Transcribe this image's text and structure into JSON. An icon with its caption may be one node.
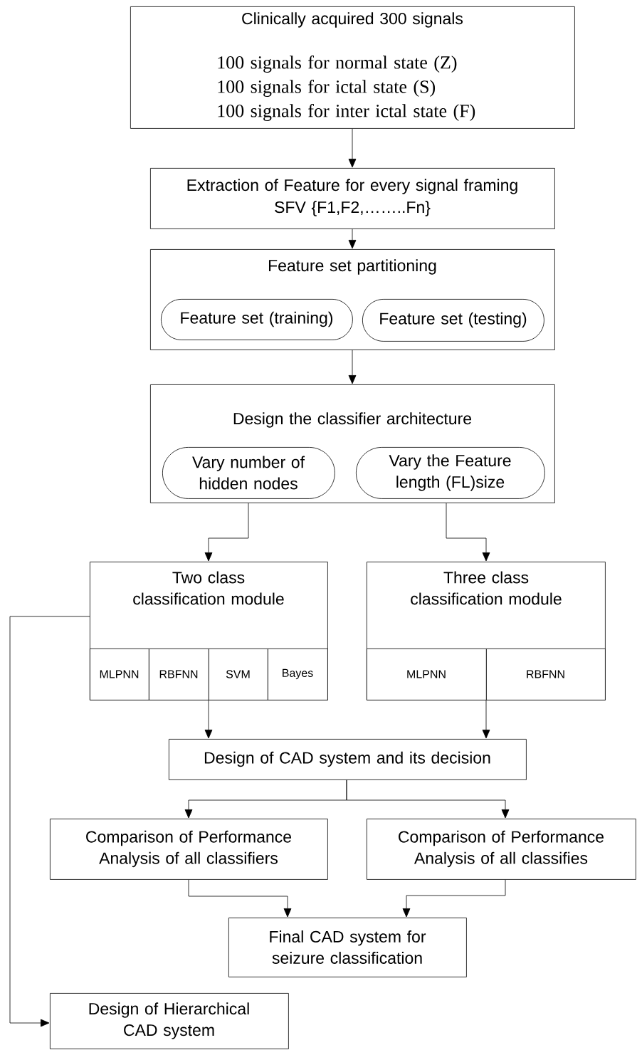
{
  "diagram": {
    "nodes": [
      {
        "text": [
          "Clinically acquired 300 signals",
          "100 signals for normal state (Z)",
          "100 signals for ictal state (S)",
          "100 signals for inter ictal state (F)"
        ]
      },
      {
        "text": [
          "Extraction of Feature for every signal framing",
          "SFV {F1,F2,……..Fn}"
        ]
      },
      {
        "text": [
          "Feature set partitioning"
        ]
      },
      {
        "text": [
          "Feature set (training)"
        ],
        "in": 2
      },
      {
        "text": [
          "Feature set (testing)"
        ],
        "in": 2
      },
      {
        "text": [
          "Design the classifier architecture"
        ]
      },
      {
        "text": [
          "Vary number of hidden nodes"
        ],
        "in": 5
      },
      {
        "text": [
          "Vary the Feature length (FL)size"
        ],
        "in": 5
      },
      {
        "text": [
          "Two class classification module"
        ]
      },
      {
        "text": [
          "MLPNN"
        ],
        "in": 8
      },
      {
        "text": [
          "RBFNN"
        ],
        "in": 8
      },
      {
        "text": [
          "SVM"
        ],
        "in": 8
      },
      {
        "text": [
          "Bayes"
        ],
        "in": 8
      },
      {
        "text": [
          "Three class classification module"
        ]
      },
      {
        "text": [
          "MLPNN"
        ],
        "in": 13
      },
      {
        "text": [
          "RBFNN"
        ],
        "in": 13
      },
      {
        "text": [
          "Design of CAD system and its decision"
        ]
      },
      {
        "text": [
          "Comparison of Performance Analysis of all classifiers"
        ]
      },
      {
        "text": [
          "Comparison of Performance Analysis of all classifies"
        ]
      },
      {
        "text": [
          "Final CAD system for seizure classification"
        ]
      },
      {
        "text": [
          "Design of Hierarchical CAD system"
        ]
      }
    ],
    "edges": [
      {
        "from": 0,
        "to": 1,
        "arrow": "to"
      },
      {
        "from": 1,
        "to": 2,
        "arrow": "to"
      },
      {
        "from": 2,
        "to": 5,
        "arrow": "to"
      },
      {
        "from": 5,
        "to": 8,
        "arrow": "to"
      },
      {
        "from": 5,
        "to": 13,
        "arrow": "to"
      },
      {
        "from": 8,
        "to": 16,
        "arrow": "to"
      },
      {
        "from": 13,
        "to": 16,
        "arrow": "to"
      },
      {
        "from": 16,
        "to": 17,
        "arrow": "to"
      },
      {
        "from": 16,
        "to": 18,
        "arrow": "to"
      },
      {
        "from": 17,
        "to": 19,
        "arrow": "to"
      },
      {
        "from": 18,
        "to": 19,
        "arrow": "to"
      },
      {
        "from": 8,
        "to": 20,
        "arrow": "to"
      }
    ]
  }
}
